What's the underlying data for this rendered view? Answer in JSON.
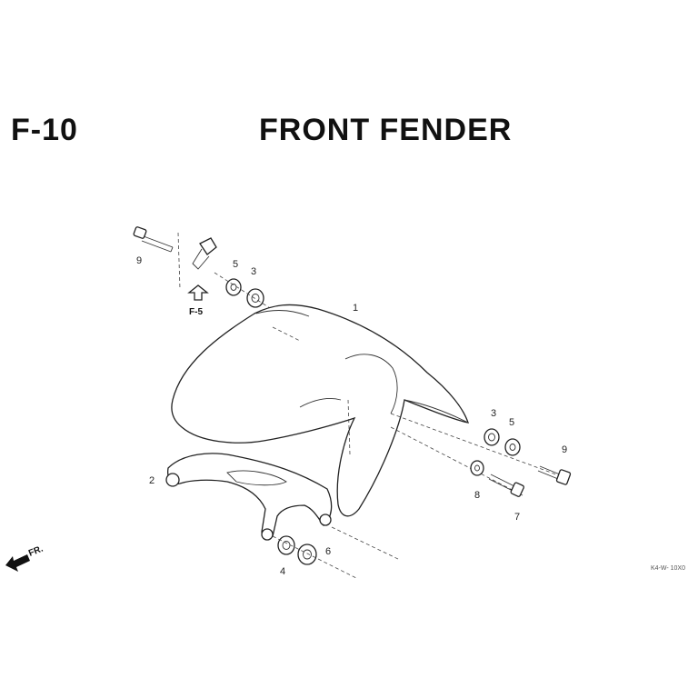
{
  "header": {
    "section_code": "F-10",
    "title": "FRONT FENDER"
  },
  "callouts": {
    "fender": "1",
    "stay": "2",
    "collar_top": "3",
    "collar_right": "3",
    "rubber_bottom": "4",
    "washer_top": "5",
    "washer_right": "5",
    "rubber_bottom_right": "6",
    "bolt_7": "7",
    "washer_8": "8",
    "bolt_top": "9",
    "bolt_right": "9"
  },
  "reference": {
    "label": "F-5"
  },
  "direction": {
    "label": "FR."
  },
  "drawing_code": "K4-W- 10X0"
}
